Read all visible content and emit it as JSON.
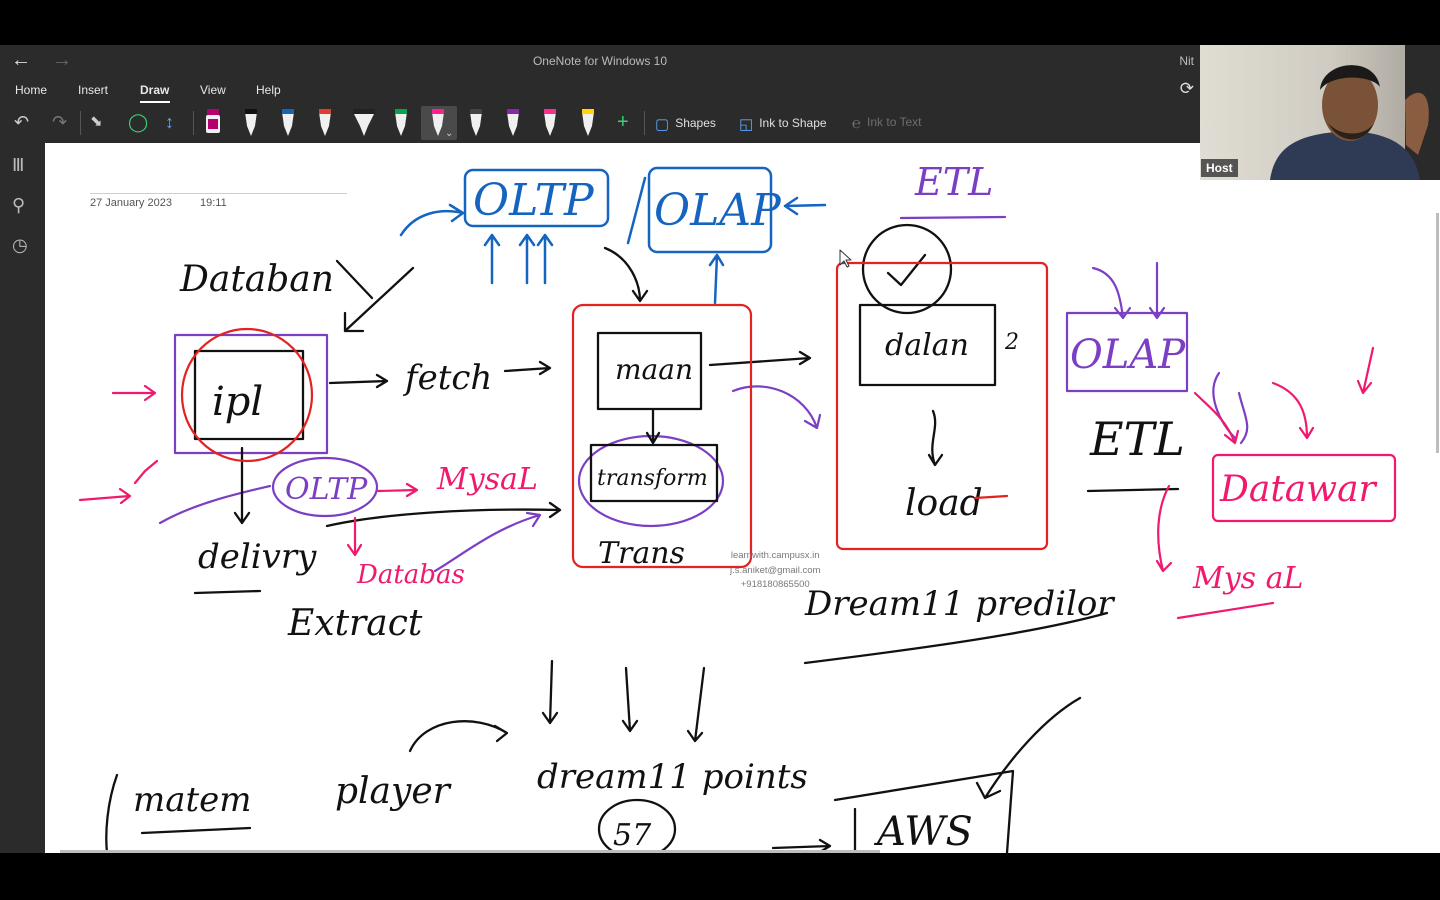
{
  "window": {
    "title": "OneNote for Windows 10",
    "user": "Nit"
  },
  "menu": {
    "items": [
      "Home",
      "Insert",
      "Draw",
      "View",
      "Help"
    ],
    "active": "Draw"
  },
  "toolbar": {
    "pens": [
      {
        "color": "#b5006e"
      },
      {
        "color": "#111111"
      },
      {
        "color": "#1565c0"
      },
      {
        "color": "#e53935"
      },
      {
        "color": "#222222"
      },
      {
        "color": "#00a651"
      },
      {
        "color": "#ff1f8e"
      },
      {
        "color": "#444444"
      },
      {
        "color": "#8e24aa"
      },
      {
        "color": "#ff2a8c"
      },
      {
        "color": "#ffd600"
      }
    ],
    "shapes_label": "Shapes",
    "ink_to_shape_label": "Ink to Shape",
    "ink_to_text_label": "Ink to Text"
  },
  "page": {
    "date": "27 January 2023",
    "time": "19:11"
  },
  "watermark": [
    "learnwith.campusx.in",
    "j.s.aniket@gmail.com",
    "+918180865500"
  ],
  "video": {
    "label": "Host"
  },
  "handwriting": {
    "oltp": "OLTP",
    "olap": "OLAP",
    "etl_top": "ETL",
    "database": "Databan",
    "ipl": "ipl",
    "fetch": "fetch",
    "maan": "maan",
    "dalan": "dalan",
    "two": "2",
    "olap_right": "OLAP",
    "etl_right": "ETL",
    "transform": "transform",
    "load": "load",
    "oltp_small": "OLTP",
    "mysql": "MysaL",
    "delivery": "delivry",
    "trans": "Trans",
    "database_red": "Databas",
    "extract": "Extract",
    "dream11": "Dream11 predilor",
    "datawarehouse": "Datawar",
    "mysql_right": "Mys aL",
    "match": "matem",
    "player": "player",
    "dream_points": "dream11 points",
    "points_value": "57",
    "aws": "AWS"
  }
}
